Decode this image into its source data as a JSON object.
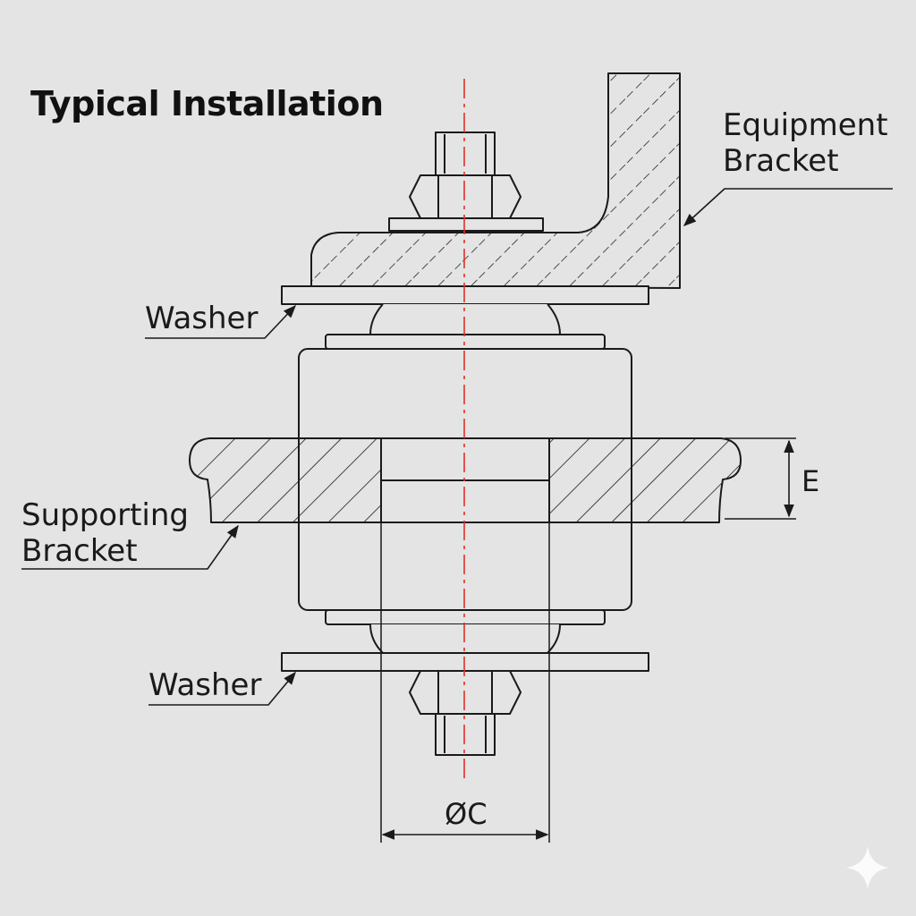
{
  "title": "Typical Installation",
  "labels": {
    "equipment_bracket_line1": "Equipment",
    "equipment_bracket_line2": "Bracket",
    "washer_top": "Washer",
    "supporting_bracket_line1": "Supporting",
    "supporting_bracket_line2": "Bracket",
    "washer_bottom": "Washer"
  },
  "dimensions": {
    "height": "E",
    "diameter": "ØC"
  },
  "colors": {
    "background": "#e4e4e4",
    "line": "#1a1a1a",
    "centerline": "#e0302a"
  },
  "icons": {
    "corner": "sparkle-icon"
  }
}
